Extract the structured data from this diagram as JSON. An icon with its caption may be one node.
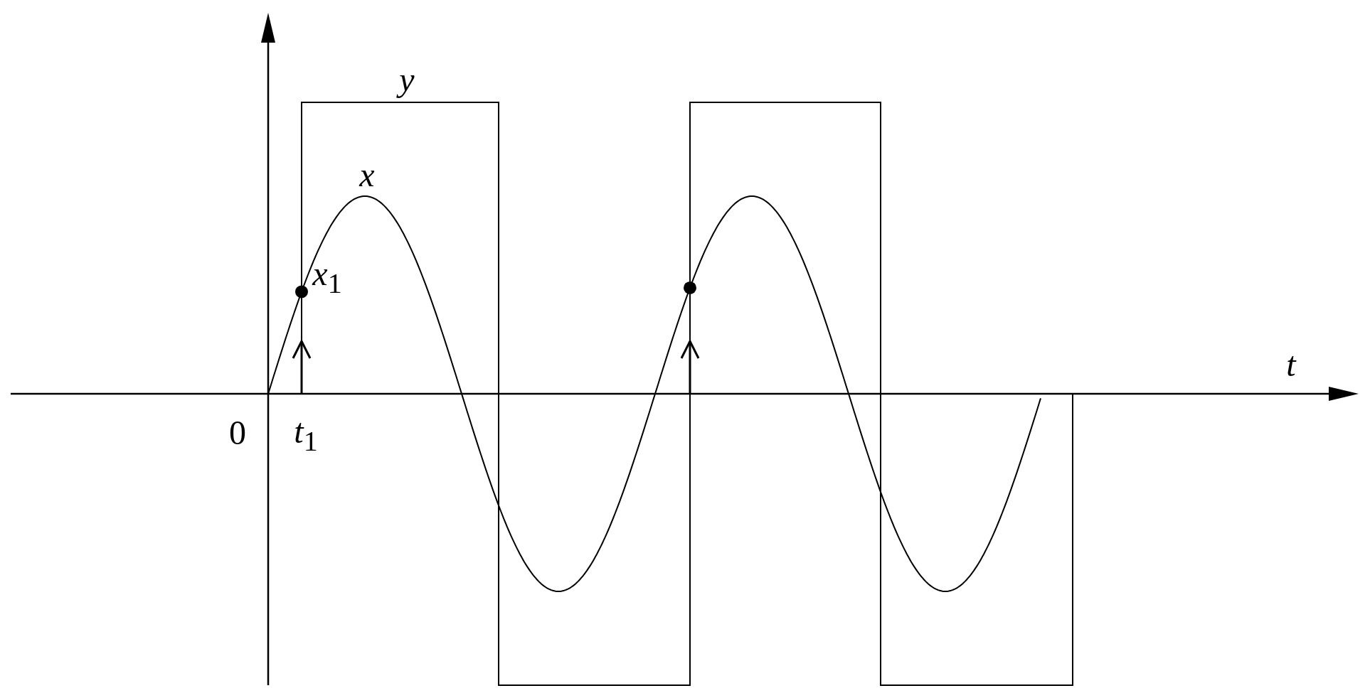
{
  "diagram": {
    "labels": [
      "y",
      "x",
      "x$_{1}$",
      "t",
      "0",
      "t$_{1}$"
    ]
  }
}
